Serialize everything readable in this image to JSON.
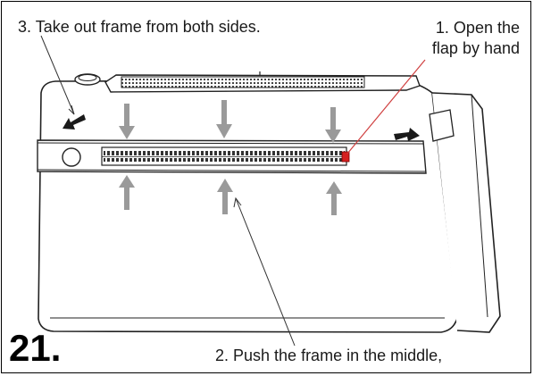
{
  "step_number": "21.",
  "instructions": {
    "step3": "3. Take out frame from both sides.",
    "step1_line1": "1. Open the",
    "step1_line2": "flap by hand",
    "step2": "2. Push the frame in the middle,"
  },
  "colors": {
    "line": "#222222",
    "arrow_gray": "#9a9a9a",
    "arrow_dark": "#1a1a1a",
    "flap_highlight": "#d62020",
    "callout_red": "#d04040"
  }
}
